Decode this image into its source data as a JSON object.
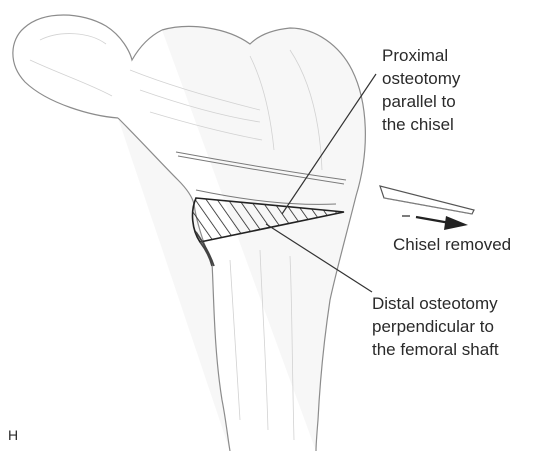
{
  "labels": {
    "proximal": [
      "Proximal",
      "osteotomy",
      "parallel to",
      "the chisel"
    ],
    "chisel": "Chisel removed",
    "distal": [
      "Distal osteotomy",
      "perpendicular to",
      "the femoral shaft"
    ]
  },
  "panel_letter": "H",
  "colors": {
    "bone_outline": "#8c8c8c",
    "bone_fill": "#f7f7f7",
    "shading": "#cfcfcf",
    "wedge": "#222222",
    "leader": "#333333",
    "text": "#2a2a2a"
  }
}
